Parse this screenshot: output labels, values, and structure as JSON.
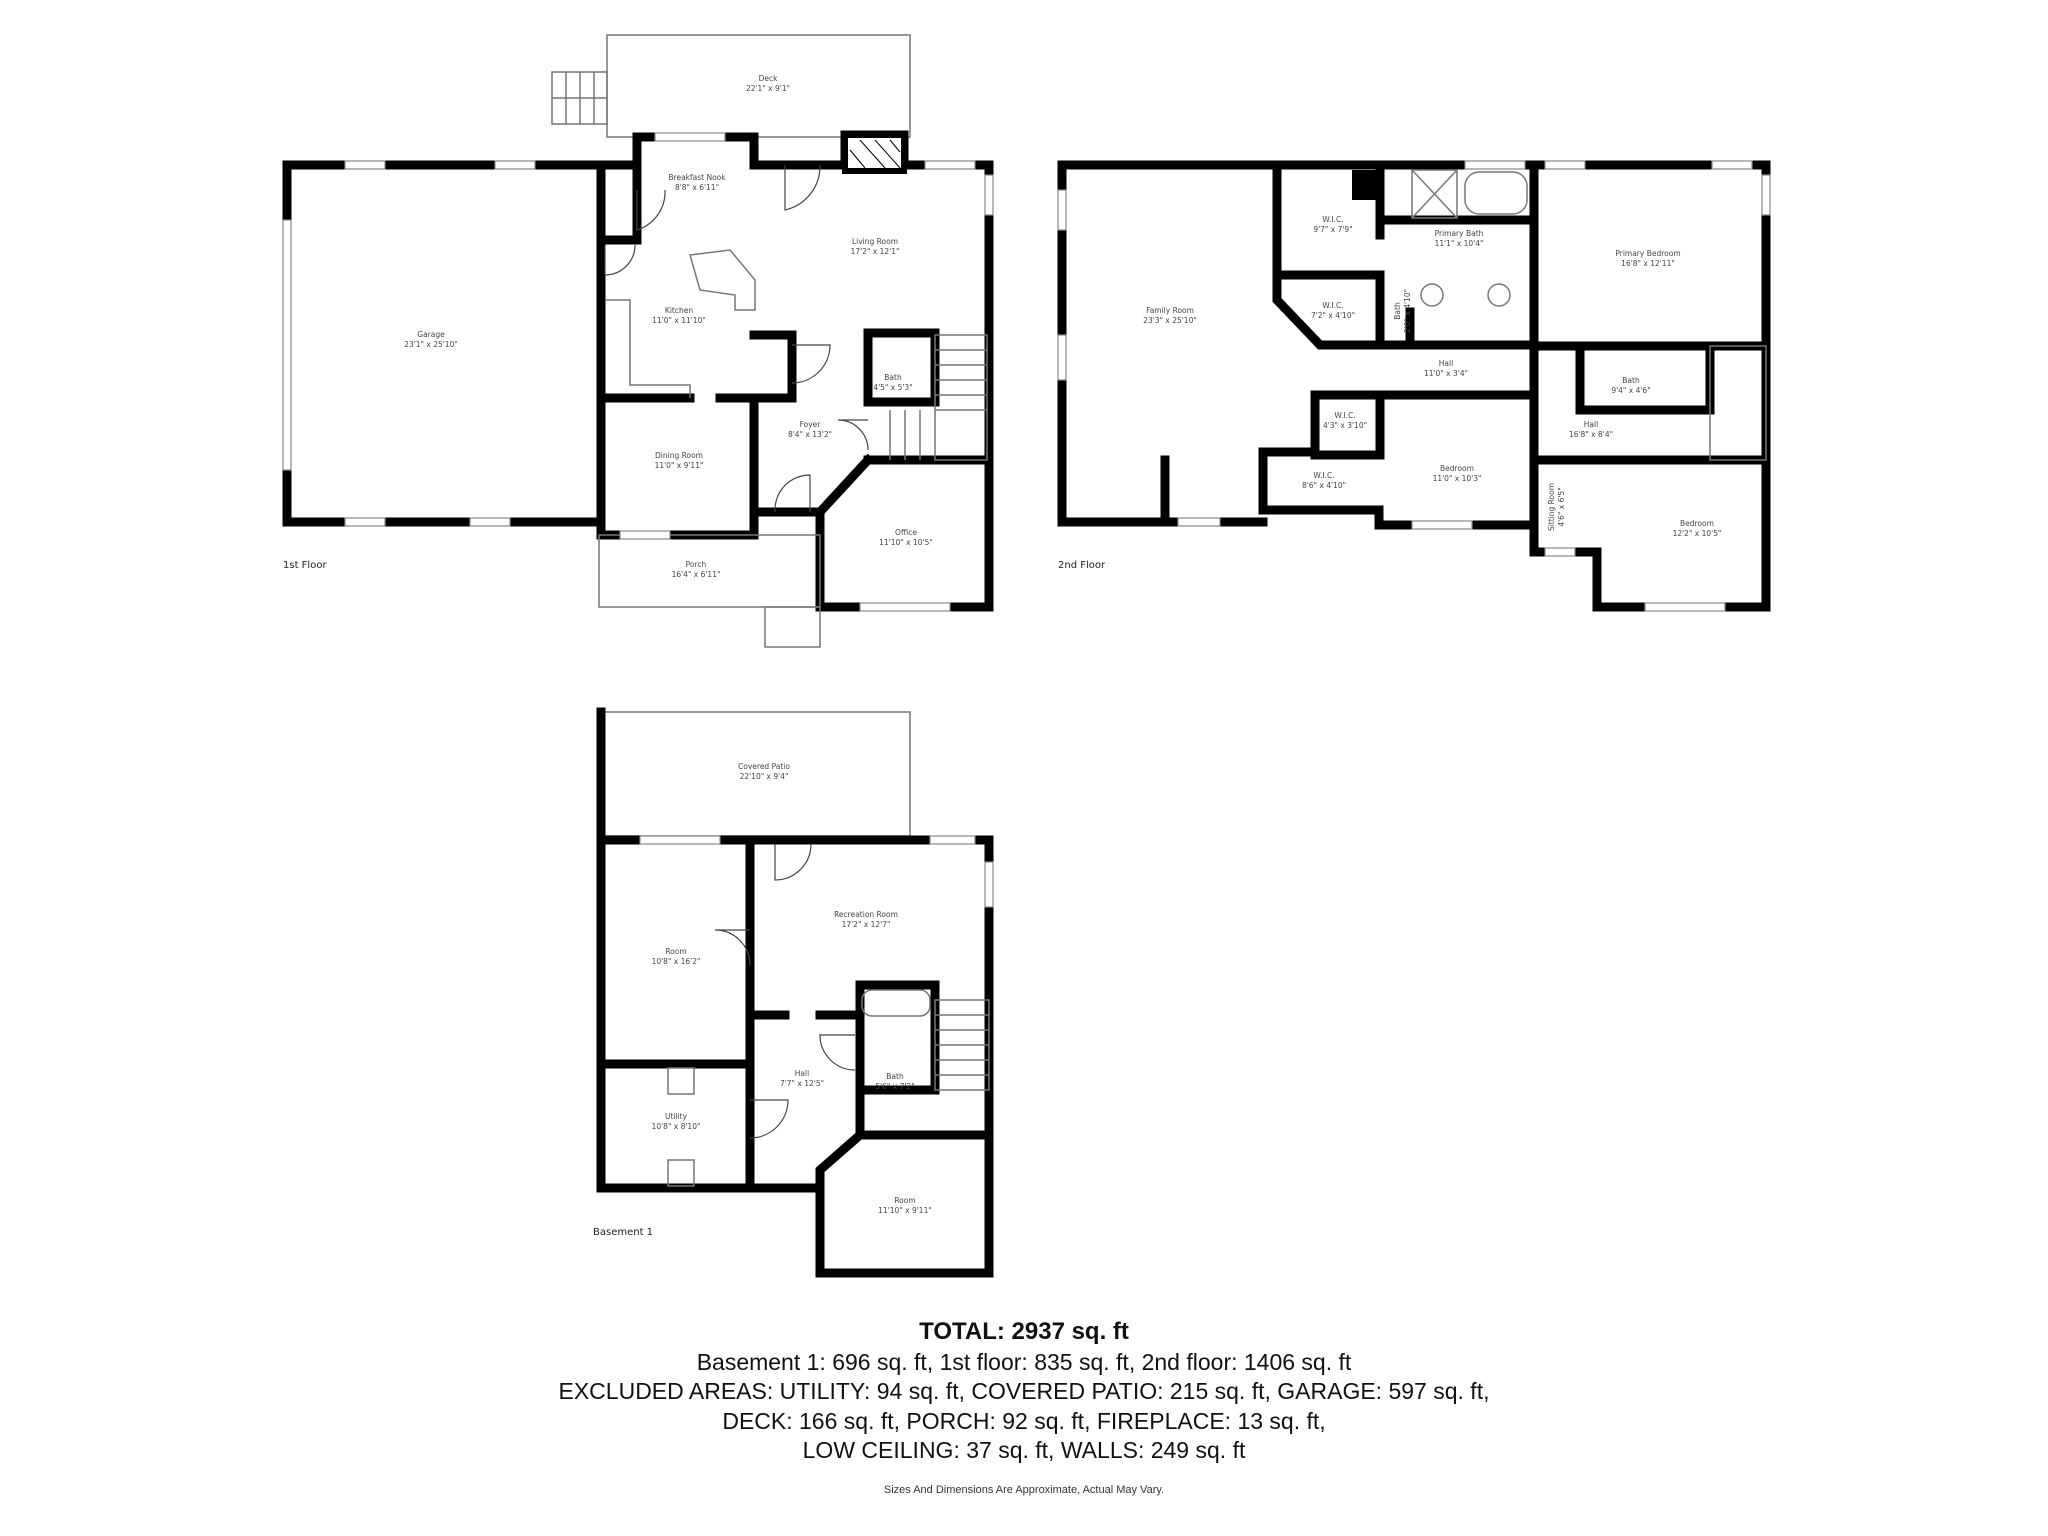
{
  "floors": [
    {
      "label": "1st Floor",
      "rooms": [
        {
          "name": "Deck",
          "size": "22'1\" x 9'1\""
        },
        {
          "name": "Breakfast Nook",
          "size": "8'8\" x 6'11\""
        },
        {
          "name": "Living Room",
          "size": "17'2\" x 12'1\""
        },
        {
          "name": "Kitchen",
          "size": "11'0\" x 11'10\""
        },
        {
          "name": "Garage",
          "size": "23'1\" x 25'10\""
        },
        {
          "name": "Bath",
          "size": "4'5\" x 5'3\""
        },
        {
          "name": "Foyer",
          "size": "8'4\" x 13'2\""
        },
        {
          "name": "Dining Room",
          "size": "11'0\" x 9'11\""
        },
        {
          "name": "Office",
          "size": "11'10\" x 10'5\""
        },
        {
          "name": "Porch",
          "size": "16'4\" x 6'11\""
        }
      ]
    },
    {
      "label": "2nd Floor",
      "rooms": [
        {
          "name": "Family Room",
          "size": "23'3\" x 25'10\""
        },
        {
          "name": "W.I.C.",
          "size": "9'7\" x 7'9\""
        },
        {
          "name": "Primary Bath",
          "size": "11'1\" x 10'4\""
        },
        {
          "name": "Primary Bedroom",
          "size": "16'8\" x 12'11\""
        },
        {
          "name": "W.I.C.",
          "size": "7'2\" x 4'10\""
        },
        {
          "name": "Bath",
          "size": "2'0\" x 4'10\""
        },
        {
          "name": "Hall",
          "size": "11'0\" x 3'4\""
        },
        {
          "name": "Bath",
          "size": "9'4\" x 4'6\""
        },
        {
          "name": "W.I.C.",
          "size": "4'3\" x 3'10\""
        },
        {
          "name": "Hall",
          "size": "16'8\" x 8'4\""
        },
        {
          "name": "W.I.C.",
          "size": "8'6\" x 4'10\""
        },
        {
          "name": "Bedroom",
          "size": "11'0\" x 10'3\""
        },
        {
          "name": "Sitting Room",
          "size": "4'6\" x 6'5\""
        },
        {
          "name": "Bedroom",
          "size": "12'2\" x 10'5\""
        }
      ]
    },
    {
      "label": "Basement 1",
      "rooms": [
        {
          "name": "Covered Patio",
          "size": "22'10\" x 9'4\""
        },
        {
          "name": "Recreation Room",
          "size": "17'2\" x 12'7\""
        },
        {
          "name": "Room",
          "size": "10'8\" x 16'2\""
        },
        {
          "name": "Bath",
          "size": "5'6\" x 7'2\""
        },
        {
          "name": "Hall",
          "size": "7'7\" x 12'5\""
        },
        {
          "name": "Utility",
          "size": "10'8\" x 8'10\""
        },
        {
          "name": "Room",
          "size": "11'10\" x 9'11\""
        }
      ]
    }
  ],
  "summary": {
    "total": "TOTAL: 2937 sq. ft",
    "line1": "Basement 1: 696 sq. ft, 1st floor: 835 sq. ft, 2nd floor: 1406 sq. ft",
    "line2": "EXCLUDED AREAS: UTILITY: 94 sq. ft, COVERED PATIO: 215 sq. ft, GARAGE: 597 sq. ft,",
    "line3": "DECK: 166 sq. ft, PORCH: 92 sq. ft, FIREPLACE: 13 sq. ft,",
    "line4": "LOW CEILING: 37 sq. ft, WALLS: 249 sq. ft",
    "disclaimer": "Sizes And Dimensions Are Approximate, Actual May Vary."
  }
}
